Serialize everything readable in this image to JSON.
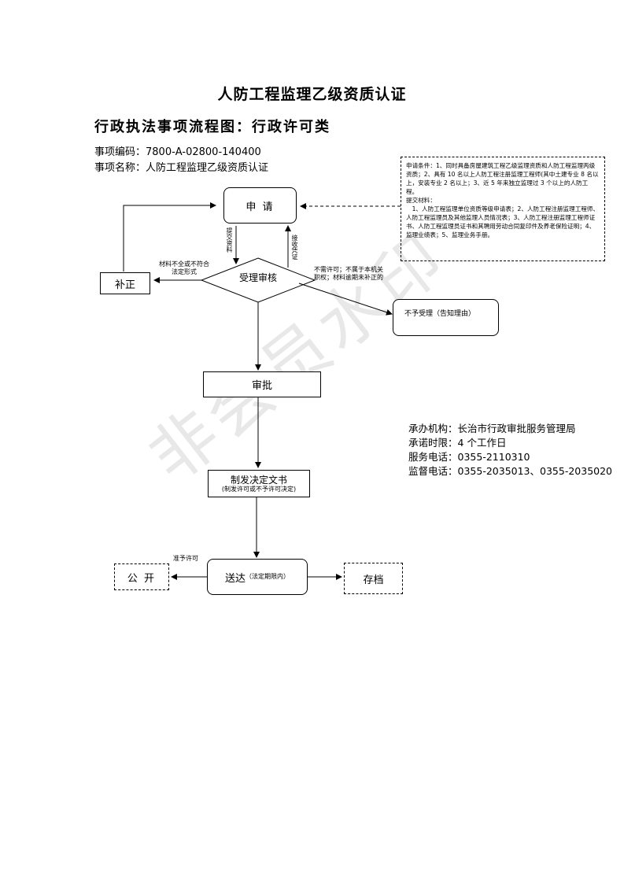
{
  "page": {
    "title": "人防工程监理乙级资质认证",
    "subtitle": "行政执法事项流程图：行政许可类",
    "code_label": "事项编码：",
    "code_value": "7800-A-02800-140400",
    "name_label": "事项名称：",
    "name_value": "人防工程监理乙级资质认证"
  },
  "conditions": {
    "requirements": "申请条件：1、同时具备房屋建筑工程乙级监理资质和人防工程监理丙级资质；2、具有 10 名以上人防工程注册监理工程师(其中土建专业 8 名以上，安装专业 2 名以上；3、近 5 年来独立监理过 3 个以上的人防工程。",
    "materials_title": "提交材料：",
    "materials": "1、人防工程监理单位资质等级申请表；2、人防工程注册监理工程师、人防工程监理员及其他监理人员情况表；3、人防工程注册监理工程师证书、人防工程监理员证书和其聘用劳动合同复印件及养老保险证明；4、监理业绩表；5、监理业务手册。"
  },
  "flow": {
    "apply": "申 请",
    "review": "受理审核",
    "correction": "补正",
    "reject": "不予受理（告知理由）",
    "approve": "审批",
    "decision": "制发决定文书",
    "decision_note": "(制发许可或不予许可决定)",
    "deliver": "送达",
    "deliver_note": "（法定期限内）",
    "publish": "公 开",
    "archive": "存档"
  },
  "edge_labels": {
    "submit": "提交资料",
    "receipt": "接收凭证",
    "incomplete_line1": "材料不全或不符合",
    "incomplete_line2": "法定形式",
    "not_needed_line1": "不需许可；不属于本机关",
    "not_needed_line2": "职权；材料逾期未补正的",
    "grant": "准予许可"
  },
  "agency": {
    "org_label": "承办机构：",
    "org_value": "长治市行政审批服务管理局",
    "time_label": "承诺时限：",
    "time_value": "4 个工作日",
    "phone_label": "服务电话：",
    "phone_value": "0355-2110310",
    "supervise_label": "监督电话：",
    "supervise_value": "0355-2035013、0355-2035020"
  },
  "watermark": "非会员水印"
}
